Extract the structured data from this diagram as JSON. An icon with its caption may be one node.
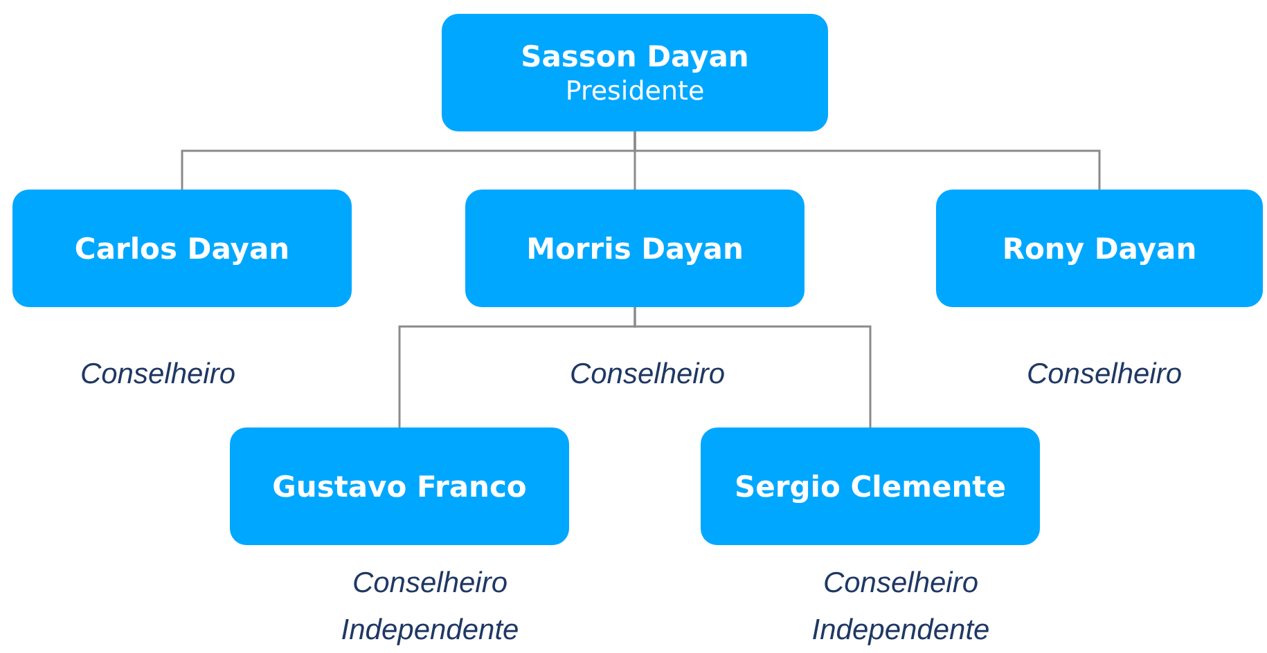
{
  "diagram": {
    "nodes": [
      {
        "text": [
          "Sasson Dayan",
          "Presidente"
        ]
      },
      {
        "text": [
          "Carlos Dayan"
        ],
        "beside": [
          "Conselheiro"
        ]
      },
      {
        "text": [
          "Morris Dayan"
        ],
        "beside": [
          "Conselheiro"
        ]
      },
      {
        "text": [
          "Rony Dayan"
        ],
        "beside": [
          "Conselheiro"
        ]
      },
      {
        "text": [
          "Gustavo Franco"
        ],
        "beside": [
          "Conselheiro Independente"
        ]
      },
      {
        "text": [
          "Sergio Clemente"
        ],
        "beside": [
          "Conselheiro Independente"
        ]
      }
    ],
    "edges": [
      {
        "from": 0,
        "to": 1,
        "arrow": "none"
      },
      {
        "from": 0,
        "to": 2,
        "arrow": "none"
      },
      {
        "from": 0,
        "to": 3,
        "arrow": "none"
      },
      {
        "from": 2,
        "to": 4,
        "arrow": "none"
      },
      {
        "from": 2,
        "to": 5,
        "arrow": "none"
      }
    ]
  }
}
